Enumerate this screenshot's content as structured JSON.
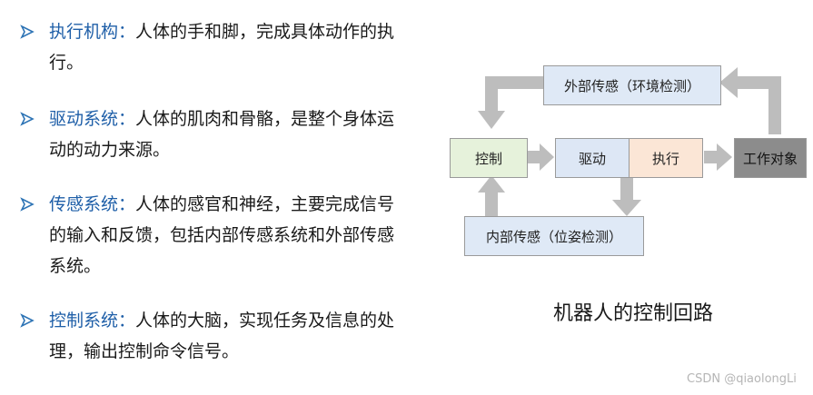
{
  "bullets": [
    {
      "term": "执行机构：",
      "line1": "人体的手和脚，完成具体动作的执",
      "line2": "行。"
    },
    {
      "term": "驱动系统：",
      "line1": "人体的肌肉和骨骼，是整个身体运",
      "line2": "动的动力来源。"
    },
    {
      "term": "传感系统：",
      "line1": "人体的感官和神经，主要完成信号",
      "line2": "的输入和反馈，包括内部传感系统和外部传感",
      "line3": "系统。"
    },
    {
      "term": "控制系统：",
      "line1": "人体的大脑，实现任务及信息的处",
      "line2": "理，输出控制命令信号。"
    }
  ],
  "diagram": {
    "external_sensor": "外部传感（环境检测）",
    "control": "控制",
    "drive": "驱动",
    "execute": "执行",
    "work_object": "工作对象",
    "internal_sensor": "内部传感（位姿检测）"
  },
  "caption": "机器人的控制回路",
  "watermark": "CSDN @qiaolongLi",
  "colors": {
    "term": "#1f5fa8",
    "marker": "#2e74b5",
    "control_fill": "#e6f2db",
    "drive_fill": "#dde7f5",
    "execute_fill": "#fbe6d6",
    "work_fill": "#8c8c8c",
    "sensor_fill": "#dfe9f6",
    "arrow": "#bdbdbd"
  }
}
